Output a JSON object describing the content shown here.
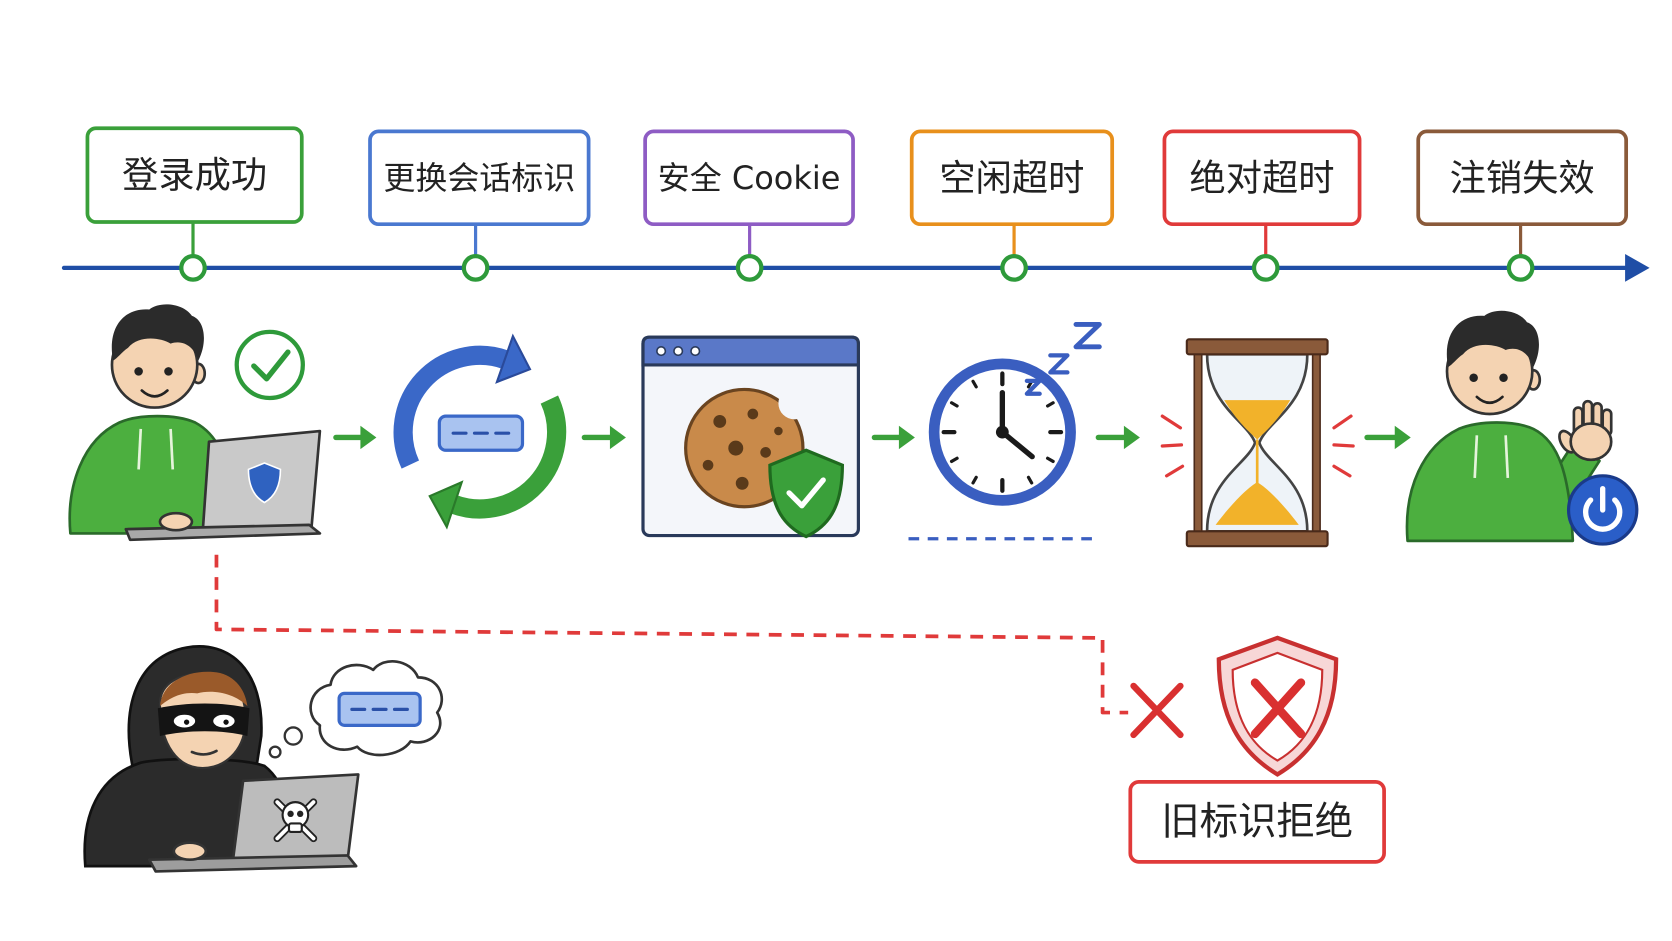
{
  "timeline": {
    "line_color": "#1f4ea6",
    "node_color": "#2e9a3a",
    "flow_arrow_color": "#3aa03a",
    "steps": [
      {
        "label": "登录成功",
        "color": "#3aa03a",
        "icon": "user-laptop-check-icon"
      },
      {
        "label": "更换会话标识",
        "color": "#4a78d0",
        "icon": "refresh-token-icon"
      },
      {
        "label": "安全 Cookie",
        "color": "#8e5cc4",
        "icon": "browser-cookie-shield-icon"
      },
      {
        "label": "空闲超时",
        "color": "#e8901c",
        "icon": "clock-sleep-icon"
      },
      {
        "label": "绝对超时",
        "color": "#e03a3a",
        "icon": "hourglass-icon"
      },
      {
        "label": "注销失效",
        "color": "#8a5a3a",
        "icon": "user-wave-power-icon"
      }
    ]
  },
  "attack": {
    "path_color": "#e03a3a",
    "attacker_icon": "hacker-laptop-icon",
    "thought_icon": "stolen-token-thought-icon",
    "blocked_icon": "cross-icon",
    "shield_icon": "shield-cross-icon",
    "result": {
      "label": "旧标识拒绝",
      "color": "#e03a3a"
    }
  }
}
